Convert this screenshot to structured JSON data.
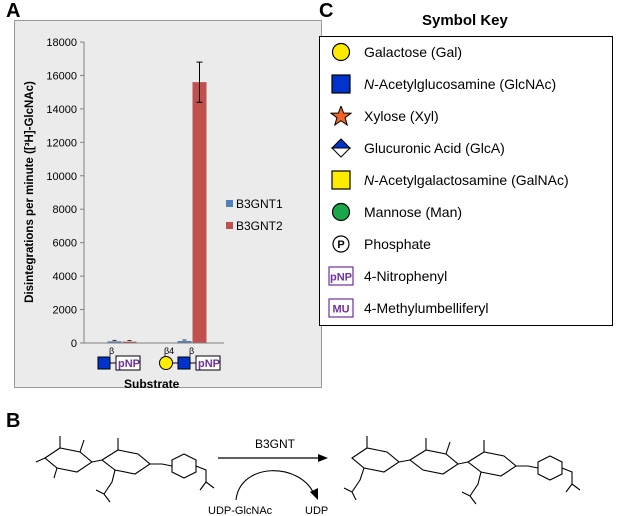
{
  "panels": {
    "a": "A",
    "b": "B",
    "c": "C"
  },
  "chart_data": {
    "type": "bar",
    "categories": [
      "GlcNAc-β-pNP",
      "Gal-β4-GlcNAc-β-pNP"
    ],
    "series": [
      {
        "name": "B3GNT1",
        "values": [
          100,
          120
        ],
        "errors": [
          0,
          0
        ],
        "color": "#4f81bd"
      },
      {
        "name": "B3GNT2",
        "values": [
          80,
          15600
        ],
        "errors": [
          0,
          1200
        ],
        "color": "#c0504d"
      }
    ],
    "ylabel": "Disintegrations per minute ([³H]-GlcNAc)",
    "xlabel": "Substrate",
    "ylim": [
      0,
      18000
    ],
    "yticks": [
      "0",
      "2000",
      "4000",
      "6000",
      "8000",
      "10000",
      "12000",
      "14000",
      "16000",
      "18000"
    ],
    "legend_position": "right"
  },
  "substrate_glyphs": {
    "beta": "β",
    "beta4": "β4",
    "pnp": "pNP"
  },
  "symbol_key": {
    "title": "Symbol Key",
    "items": [
      {
        "icon": "galactose-circle-icon",
        "label": "Galactose (Gal)"
      },
      {
        "icon": "glcnac-square-icon",
        "label_prefix": "N",
        "label": "-Acetylglucosamine (GlcNAc)"
      },
      {
        "icon": "xylose-star-icon",
        "label": "Xylose (Xyl)"
      },
      {
        "icon": "glca-diamond-icon",
        "label": "Glucuronic Acid (GlcA)"
      },
      {
        "icon": "galnac-square-icon",
        "label_prefix": "N",
        "label": "-Acetylgalactosamine (GalNAc)"
      },
      {
        "icon": "mannose-circle-icon",
        "label": "Mannose (Man)"
      },
      {
        "icon": "phosphate-icon",
        "icon_text": "P",
        "label": "Phosphate"
      },
      {
        "icon": "pnp-box-icon",
        "icon_text": "pNP",
        "label": "4-Nitrophenyl"
      },
      {
        "icon": "mu-box-icon",
        "icon_text": "MU",
        "label": "4-Methylumbelliferyl"
      }
    ]
  },
  "reaction": {
    "enzyme": "B3GNT",
    "donor": "UDP-GlcNAc",
    "byproduct": "UDP"
  },
  "colors": {
    "galactose": "#ffeb00",
    "glcnac": "#0033cc",
    "xylose": "#f26522",
    "mannose": "#1aa64a",
    "purple": "#7030a0"
  }
}
